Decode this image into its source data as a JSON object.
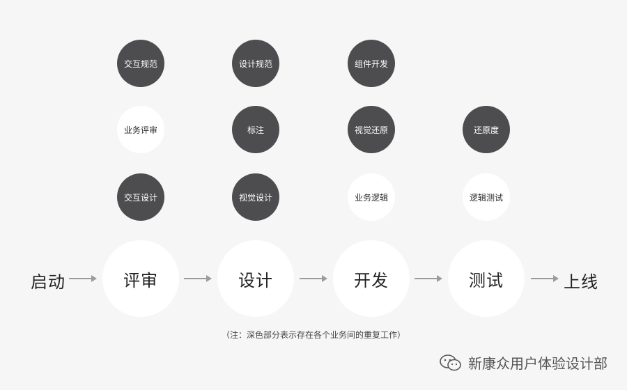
{
  "tasks": {
    "review": [
      {
        "label": "交互规范",
        "style": "dark"
      },
      {
        "label": "业务评审",
        "style": "light"
      },
      {
        "label": "交互设计",
        "style": "dark"
      }
    ],
    "design": [
      {
        "label": "设计规范",
        "style": "dark"
      },
      {
        "label": "标注",
        "style": "dark"
      },
      {
        "label": "视觉设计",
        "style": "dark"
      }
    ],
    "develop": [
      {
        "label": "组件开发",
        "style": "dark"
      },
      {
        "label": "视觉还原",
        "style": "dark"
      },
      {
        "label": "业务逻辑",
        "style": "light"
      }
    ],
    "test": [
      {
        "label": "还原度",
        "style": "dark"
      },
      {
        "label": "逻辑测试",
        "style": "light"
      }
    ]
  },
  "stages": {
    "start": "启动",
    "review": "评审",
    "design": "设计",
    "develop": "开发",
    "test": "测试",
    "launch": "上线"
  },
  "note": "（注：深色部分表示存在各个业务间的重复工作）",
  "brand": {
    "name": "新康众用户体验设计部",
    "icon": "wechat-icon"
  },
  "colors": {
    "background": "#f6f6f7",
    "dark_circle": "#4d4d4f",
    "light_circle": "#ffffff",
    "arrow": "#9c9c9c"
  }
}
